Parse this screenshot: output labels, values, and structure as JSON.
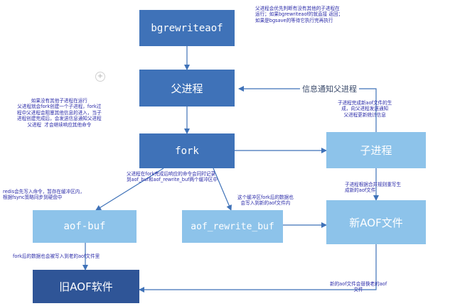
{
  "nodes": {
    "bgrewriteaof": "bgrewriteaof",
    "parent": "父进程",
    "fork": "fork",
    "child": "子进程",
    "aof_buf": "aof-buf",
    "aof_rewrite_buf": "aof_rewrite_buf",
    "new_aof": "新AOF文件",
    "old_aof": "旧AOF软件"
  },
  "edge_labels": {
    "notify_parent": "信息通知父进程"
  },
  "notes": {
    "top_right": "父进程会优先判断有没有其他的子进程在\n运行；如果bgrewriteaof的就直接 返回；\n如果是bgsave的等待它执行完再执行",
    "left_parent": "如果没有其他子进程在运行\n父进程就会fork创建一个子进程，fork过\n程中父进程会阻塞其他信息的进入，当子\n进程创建完成后，会发送信息通知父进程\n父进程  才会继续响应其他命令",
    "right_child_done": "子进程完成新aof文件的生\n成，向父进程发送通知\n父进程更新统计信息",
    "fork_middle": "父进程在fork完成后响应的命令会同时记录\n到aof_buf和aof_rewrite_buf两个缓冲区中",
    "left_redis": "redis会先写入命令，暂存在缓冲区内，\n根据fsync策略同步到硬盘中",
    "rewrite_buf_note": "这个缓冲区fork后的数据也\n会写入到新的aof文件内",
    "child_generate": "子进程根据合并规则重写生\n成新的aof文件",
    "after_fork": "fork后的数据也会被写入到老的aof文件里",
    "replace": "新的aof文件会替换老的aof\n文件"
  },
  "colors": {
    "dark_box": "#3f72b8",
    "light_box": "#8dc3ea",
    "navy_box": "#2f5597",
    "note_text": "#2a2aa8",
    "arrow": "#3f72b8"
  }
}
